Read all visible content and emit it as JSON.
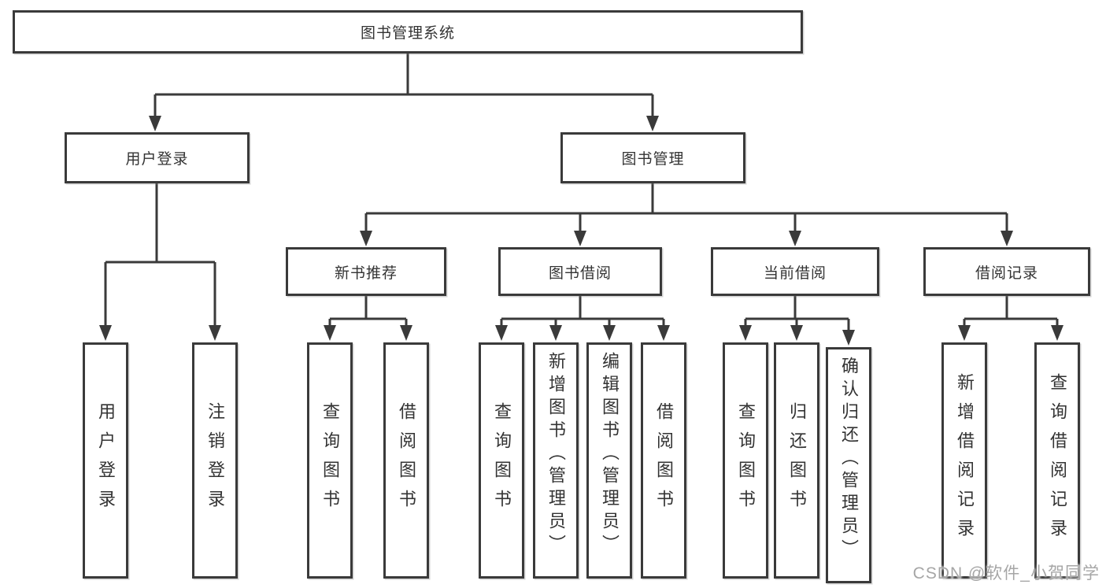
{
  "tree": {
    "label": "图书管理系统",
    "children": [
      {
        "label": "用户登录",
        "children": [
          {
            "label": "用户登录"
          },
          {
            "label": "注销登录"
          }
        ]
      },
      {
        "label": "图书管理",
        "children": [
          {
            "label": "新书推荐",
            "children": [
              {
                "label": "查询图书"
              },
              {
                "label": "借阅图书"
              }
            ]
          },
          {
            "label": "图书借阅",
            "children": [
              {
                "label": "查询图书"
              },
              {
                "label": "新增图书（管理员）"
              },
              {
                "label": "编辑图书（管理员）"
              },
              {
                "label": "借阅图书"
              }
            ]
          },
          {
            "label": "当前借阅",
            "children": [
              {
                "label": "查询图书"
              },
              {
                "label": "归还图书"
              },
              {
                "label": "确认归还（管理员）"
              }
            ]
          },
          {
            "label": "借阅记录",
            "children": [
              {
                "label": "新增借阅记录"
              },
              {
                "label": "查询借阅记录"
              }
            ]
          }
        ]
      }
    ]
  },
  "watermark": "CSDN @软件_小贺同学",
  "colors": {
    "line": "#3a3a3a",
    "text": "#333333",
    "background": "#ffffff",
    "watermark": "#a6a6a6"
  }
}
